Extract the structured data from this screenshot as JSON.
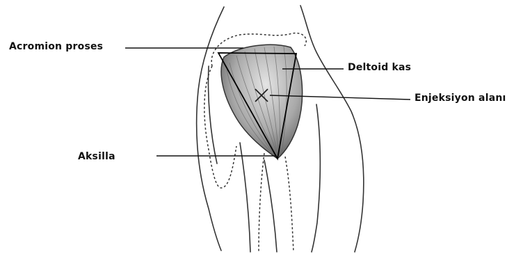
{
  "labels": {
    "acromion": "Acromion proses",
    "deltoid": "Deltoid kas",
    "injection_site": "Enjeksiyon alanı",
    "axilla": "Aksilla"
  },
  "colors": {
    "outline": "#333333",
    "muscle_dark": "#5a5a5a",
    "muscle_light": "#d8d8d8",
    "leader_line": "#111111"
  }
}
